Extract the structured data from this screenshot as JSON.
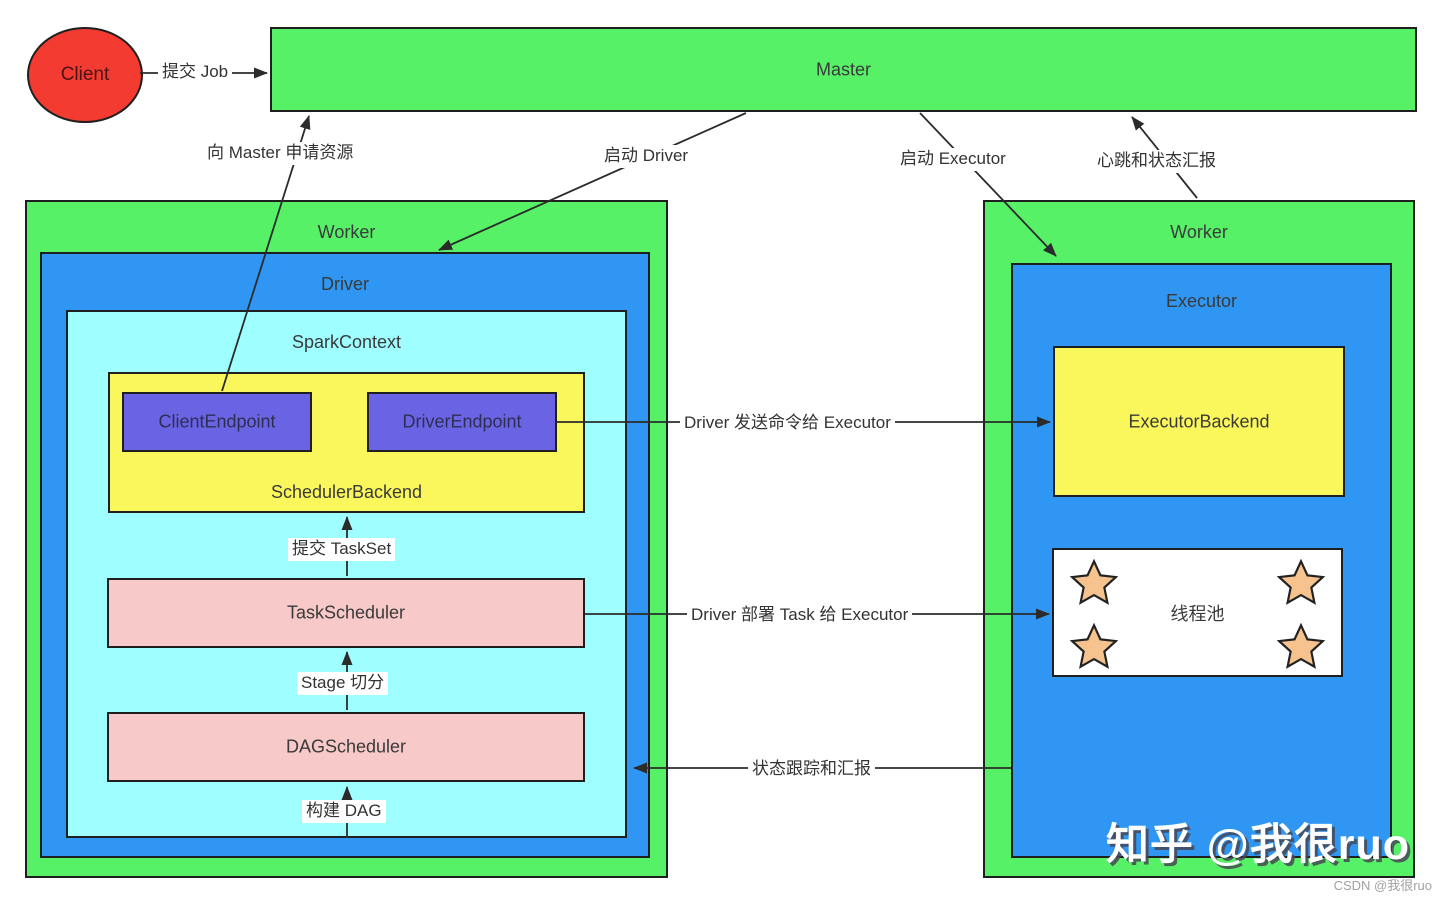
{
  "colors": {
    "green": "#57F168",
    "blue": "#2F97F3",
    "cyan": "#9FFEFF",
    "yellow": "#FAF75C",
    "purple": "#6A64E4",
    "pink": "#F8C9C9",
    "red": "#F43B31",
    "star": "#F6C38E",
    "line": "#2b2b2b",
    "text": "#3a3a3a"
  },
  "nodes": {
    "client": "Client",
    "master": "Master",
    "worker": "Worker",
    "driver": "Driver",
    "spark_context": "SparkContext",
    "scheduler_backend": "SchedulerBackend",
    "client_endpoint": "ClientEndpoint",
    "driver_endpoint": "DriverEndpoint",
    "task_scheduler": "TaskScheduler",
    "dag_scheduler": "DAGScheduler",
    "executor": "Executor",
    "executor_backend": "ExecutorBackend",
    "thread_pool": "线程池"
  },
  "edges": {
    "submit_job": "提交 Job",
    "request_resources": "向 Master 申请资源",
    "launch_driver": "启动 Driver",
    "launch_executor": "启动 Executor",
    "heartbeat": "心跳和状态汇报",
    "send_commands": "Driver 发送命令给 Executor",
    "deploy_task": "Driver 部署 Task 给 Executor",
    "status_tracking": "状态跟踪和汇报",
    "submit_taskset": "提交 TaskSet",
    "stage_split": "Stage 切分",
    "build_dag": "构建 DAG"
  },
  "watermarks": {
    "zhihu": "知乎 @我很ruo",
    "csdn": "CSDN @我很ruo"
  }
}
